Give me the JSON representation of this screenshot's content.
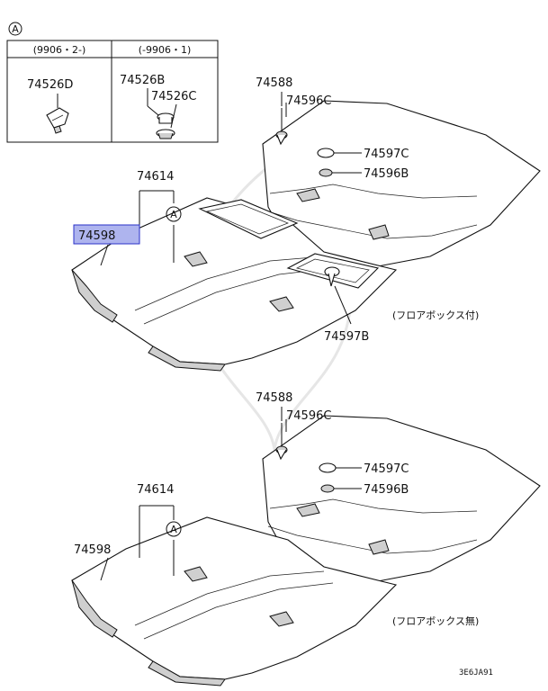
{
  "inset": {
    "marker": "A",
    "col1_header": "(9906・2-)",
    "col2_header": "(-9906・1)",
    "part_d": "74526D",
    "part_b": "74526B",
    "part_c": "74526C"
  },
  "top": {
    "p74588": "74588",
    "p74596c": "74596C",
    "p74597c": "74597C",
    "p74596b": "74596B",
    "p74614": "74614",
    "marker": "A",
    "p74598": "74598",
    "p74597b": "74597B",
    "variant": "(フロアボックス付)"
  },
  "bottom": {
    "p74588": "74588",
    "p74596c": "74596C",
    "p74597c": "74597C",
    "p74596b": "74596B",
    "p74614": "74614",
    "marker": "A",
    "p74598": "74598",
    "variant": "(フロアボックス無)"
  },
  "code": "3E6JA91",
  "colors": {
    "highlight": "#aeb4ee",
    "highlight_border": "#2a32c8",
    "ink": "#111111"
  }
}
